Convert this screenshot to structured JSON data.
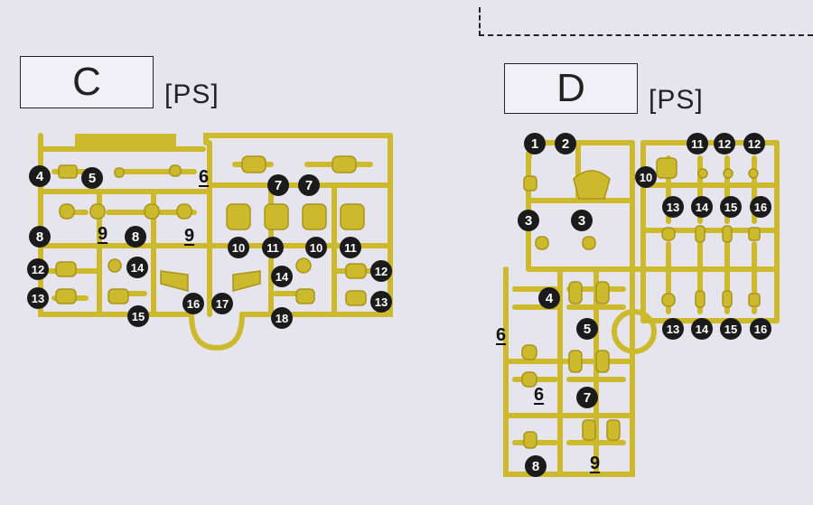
{
  "sprue_c": {
    "letter": "C",
    "material": "[PS]",
    "callouts": [
      {
        "t": "4",
        "plain": false
      },
      {
        "t": "5",
        "plain": false
      },
      {
        "t": "6",
        "plain": true
      },
      {
        "t": "7",
        "plain": false
      },
      {
        "t": "7",
        "plain": false
      },
      {
        "t": "8",
        "plain": false
      },
      {
        "t": "9",
        "plain": true
      },
      {
        "t": "8",
        "plain": false
      },
      {
        "t": "9",
        "plain": true
      },
      {
        "t": "10",
        "plain": false
      },
      {
        "t": "11",
        "plain": false
      },
      {
        "t": "10",
        "plain": false
      },
      {
        "t": "11",
        "plain": false
      },
      {
        "t": "12",
        "plain": false
      },
      {
        "t": "14",
        "plain": false
      },
      {
        "t": "14",
        "plain": false
      },
      {
        "t": "12",
        "plain": false
      },
      {
        "t": "13",
        "plain": false
      },
      {
        "t": "15",
        "plain": false
      },
      {
        "t": "16",
        "plain": false
      },
      {
        "t": "17",
        "plain": false
      },
      {
        "t": "18",
        "plain": false
      },
      {
        "t": "13",
        "plain": false
      }
    ]
  },
  "sprue_d": {
    "letter": "D",
    "material": "[PS]",
    "callouts": [
      {
        "t": "1",
        "plain": false
      },
      {
        "t": "2",
        "plain": false
      },
      {
        "t": "11",
        "plain": false
      },
      {
        "t": "12",
        "plain": false
      },
      {
        "t": "12",
        "plain": false
      },
      {
        "t": "10",
        "plain": false
      },
      {
        "t": "13",
        "plain": false
      },
      {
        "t": "14",
        "plain": false
      },
      {
        "t": "15",
        "plain": false
      },
      {
        "t": "16",
        "plain": false
      },
      {
        "t": "3",
        "plain": false
      },
      {
        "t": "3",
        "plain": false
      },
      {
        "t": "4",
        "plain": false
      },
      {
        "t": "5",
        "plain": false
      },
      {
        "t": "6",
        "plain": true
      },
      {
        "t": "13",
        "plain": false
      },
      {
        "t": "14",
        "plain": false
      },
      {
        "t": "15",
        "plain": false
      },
      {
        "t": "16",
        "plain": false
      },
      {
        "t": "6",
        "plain": true
      },
      {
        "t": "7",
        "plain": false
      },
      {
        "t": "8",
        "plain": false
      },
      {
        "t": "9",
        "plain": true
      }
    ]
  },
  "colors": {
    "runner": "#cdb92c",
    "runner_dark": "#a8941c",
    "background": "#e6e5ee",
    "callout": "#1b1b1b"
  }
}
